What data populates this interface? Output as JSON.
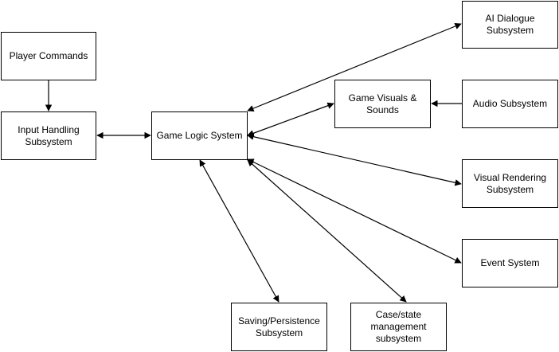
{
  "diagram": {
    "nodes": [
      {
        "id": "player-commands",
        "label": "Player Commands"
      },
      {
        "id": "input-handling",
        "label": "Input Handling\nSubsystem"
      },
      {
        "id": "game-logic",
        "label": "Game Logic System"
      },
      {
        "id": "ai-dialogue",
        "label": "AI Dialogue\nSubsystem"
      },
      {
        "id": "game-visuals-sounds",
        "label": "Game Visuals &\nSounds"
      },
      {
        "id": "audio",
        "label": "Audio Subsystem"
      },
      {
        "id": "visual-rendering",
        "label": "Visual Rendering\nSubsystem"
      },
      {
        "id": "event-system",
        "label": "Event System"
      },
      {
        "id": "saving-persistence",
        "label": "Saving/Persistence\nSubsystem"
      },
      {
        "id": "case-state",
        "label": "Case/state\nmanagement\nsubsystem"
      }
    ],
    "edges": [
      {
        "from": "player-commands",
        "to": "input-handling",
        "direction": "forward"
      },
      {
        "from": "input-handling",
        "to": "game-logic",
        "direction": "both"
      },
      {
        "from": "game-logic",
        "to": "ai-dialogue",
        "direction": "both"
      },
      {
        "from": "game-logic",
        "to": "game-visuals-sounds",
        "direction": "both"
      },
      {
        "from": "audio",
        "to": "game-visuals-sounds",
        "direction": "forward"
      },
      {
        "from": "game-logic",
        "to": "visual-rendering",
        "direction": "both"
      },
      {
        "from": "game-logic",
        "to": "event-system",
        "direction": "both"
      },
      {
        "from": "game-logic",
        "to": "saving-persistence",
        "direction": "both"
      },
      {
        "from": "game-logic",
        "to": "case-state",
        "direction": "both"
      }
    ],
    "colors": {
      "stroke": "#000000",
      "fill": "#ffffff",
      "text": "#000000"
    }
  }
}
